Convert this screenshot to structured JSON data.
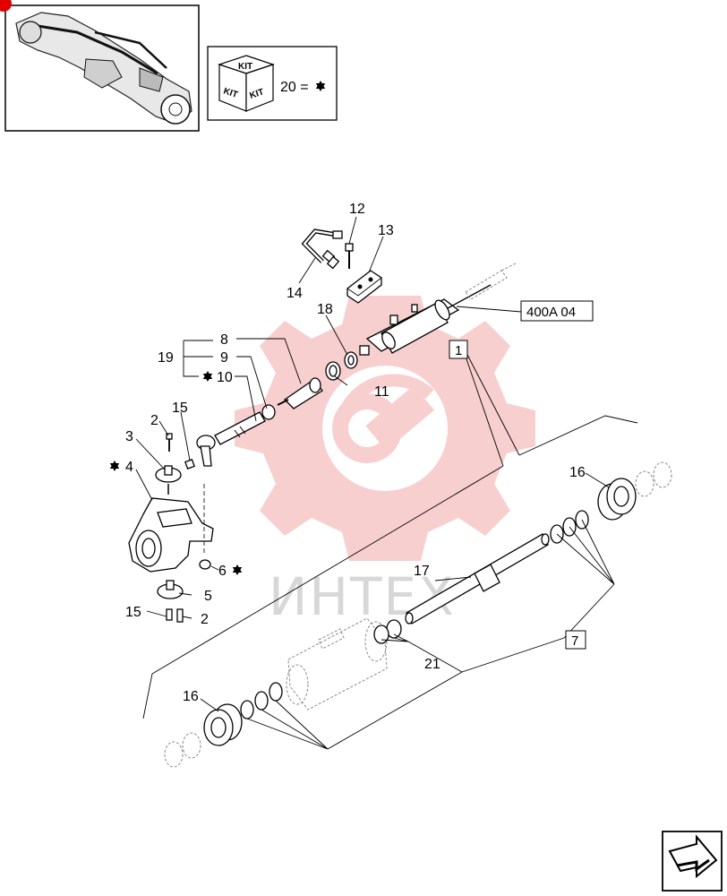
{
  "kit_box": {
    "kit_top": "KIT",
    "kit_left": "KIT",
    "kit_right": "KIT",
    "legend_text": "20 ="
  },
  "watermark": {
    "text": "ИНТЕХ",
    "color": "#f2a0a0"
  },
  "references": {
    "ref_400a04": "400A 04",
    "ref_1": "1",
    "ref_7": "7"
  },
  "callouts": {
    "c12": "12",
    "c13": "13",
    "c14": "14",
    "c18": "18",
    "c8": "8",
    "c9": "9",
    "c19": "19",
    "c10": "10",
    "c11": "11",
    "c2a": "2",
    "c15a": "15",
    "c3": "3",
    "c4": "4",
    "c16a": "16",
    "c17": "17",
    "c6": "6",
    "c5": "5",
    "c15b": "15",
    "c2b": "2",
    "c21": "21",
    "c16b": "16"
  },
  "icons": {
    "star": "kit-star-icon",
    "nav": "next-page-arrow-icon",
    "thumb": "axle-overview-thumbnail"
  }
}
